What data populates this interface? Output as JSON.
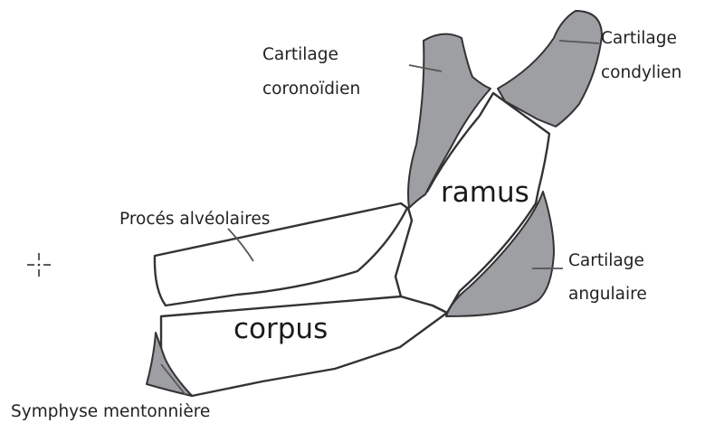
{
  "colors": {
    "cartilage": "#9d9fa3",
    "bone_fill": "#ffffff",
    "outline": "#333333",
    "text": "#222222"
  },
  "labels": {
    "cartilage_coronoid_line1": "Cartilage",
    "cartilage_coronoid_line2": "coronoïdien",
    "cartilage_condylar_line1": "Cartilage",
    "cartilage_condylar_line2": "condylien",
    "alveolar_process": "Procés alvéolaires",
    "ramus": "ramus",
    "cartilage_angular_line1": "Cartilage",
    "cartilage_angular_line2": "angulaire",
    "corpus": "corpus",
    "symphysis": "Symphyse mentonnière"
  },
  "icons": {
    "cursor": "crosshair-cursor-icon"
  }
}
